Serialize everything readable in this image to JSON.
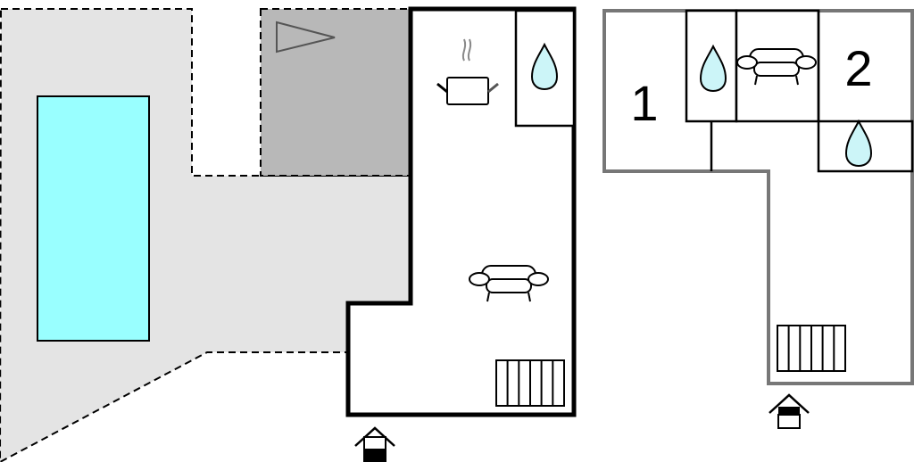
{
  "floor_plan": {
    "ground_floor": {
      "areas": [
        "terrace",
        "covered-terrace",
        "pool"
      ],
      "icons": [
        "kitchen-pot-icon",
        "bathroom-drop-icon",
        "sofa-icon",
        "stairs-icon",
        "entrance-icon"
      ]
    },
    "upper_floor": {
      "rooms": [
        {
          "label": "1"
        },
        {
          "label": "2"
        }
      ],
      "icons": [
        "bathroom-drop-icon",
        "sofa-icon",
        "bathroom-drop-icon",
        "stairs-icon",
        "entrance-icon"
      ]
    },
    "colors": {
      "pool": "#99ffff",
      "water": "#ccf5f8",
      "terrace": "#e4e4e4",
      "covered_terrace": "#b8b8b8",
      "upper_wall": "#777777"
    }
  }
}
